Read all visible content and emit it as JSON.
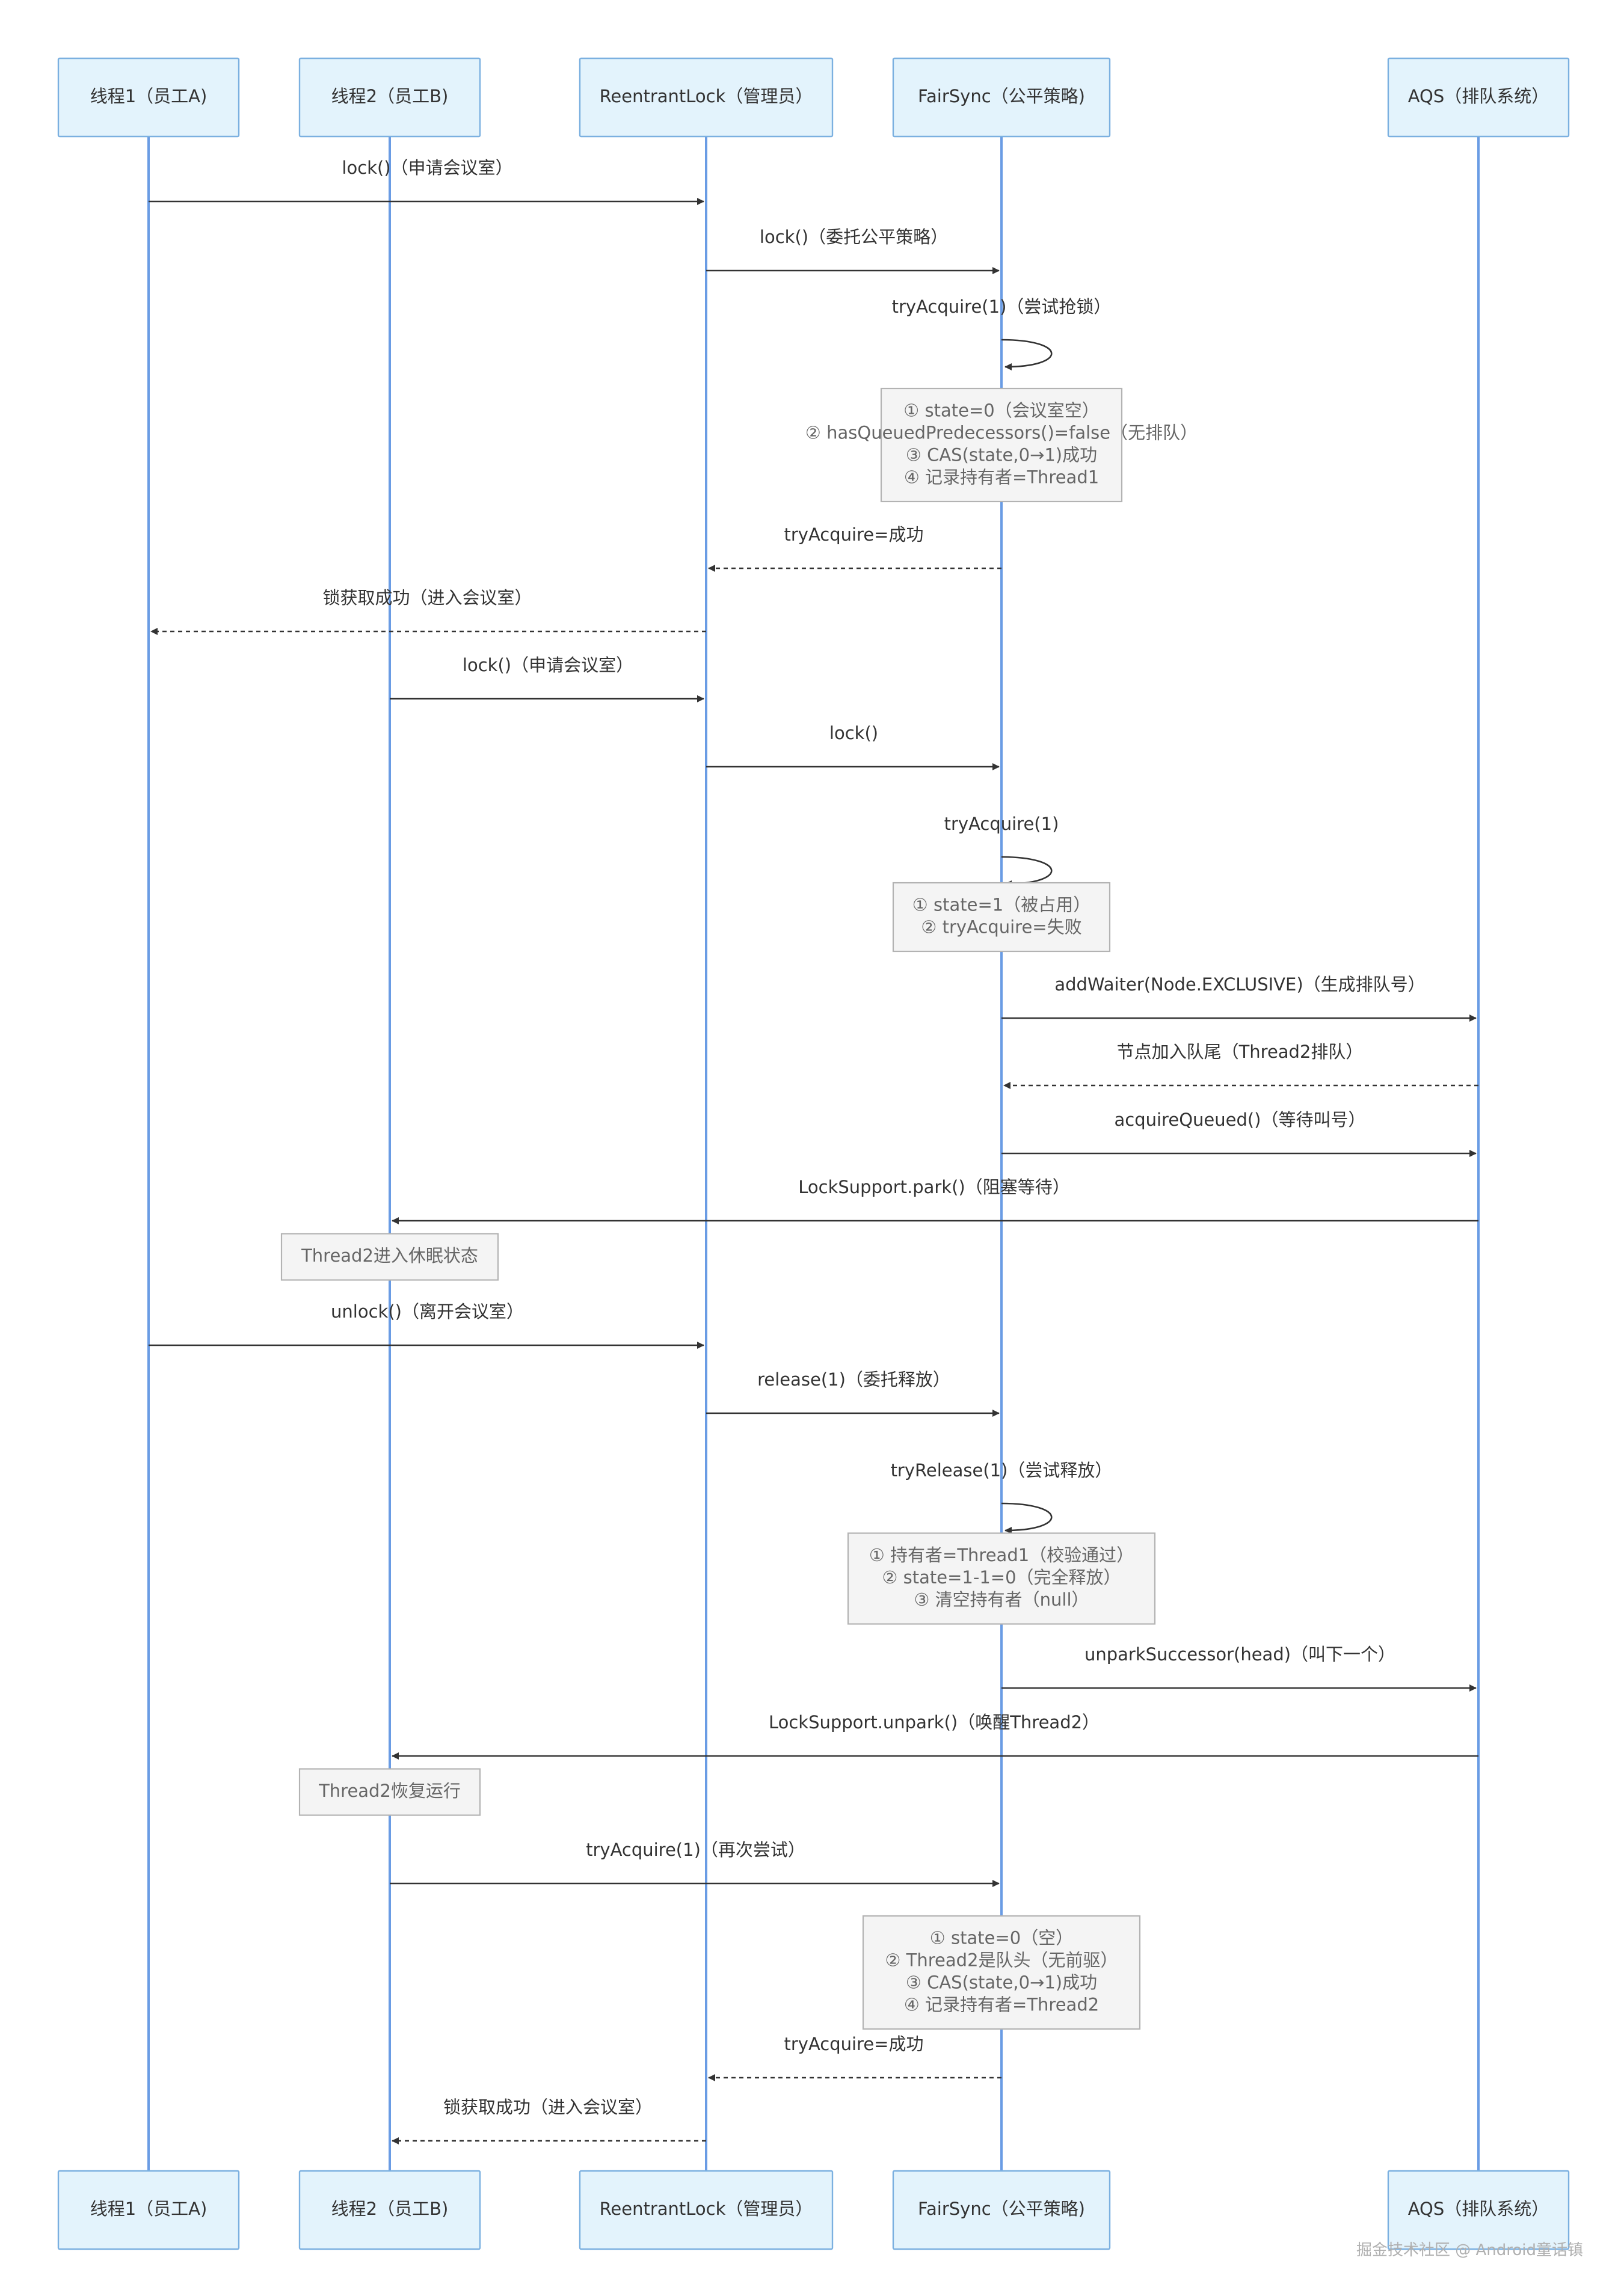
{
  "participants": [
    {
      "id": "t1",
      "label": "线程1（员工A)"
    },
    {
      "id": "t2",
      "label": "线程2（员工B)"
    },
    {
      "id": "rl",
      "label": "ReentrantLock（管理员）"
    },
    {
      "id": "fs",
      "label": "FairSync（公平策略)"
    },
    {
      "id": "aqs",
      "label": "AQS（排队系统）"
    }
  ],
  "steps": [
    {
      "kind": "message",
      "from": "t1",
      "to": "rl",
      "style": "solid",
      "label": "lock()（申请会议室）"
    },
    {
      "kind": "message",
      "from": "rl",
      "to": "fs",
      "style": "solid",
      "label": "lock()（委托公平策略）"
    },
    {
      "kind": "self",
      "on": "fs",
      "label": "tryAcquire(1)（尝试抢锁）"
    },
    {
      "kind": "note",
      "over": "fs",
      "lines": [
        "① state=0（会议室空）",
        "② hasQueuedPredecessors()=false（无排队）",
        "③ CAS(state,0→1)成功",
        "④ 记录持有者=Thread1"
      ]
    },
    {
      "kind": "message",
      "from": "fs",
      "to": "rl",
      "style": "dashed",
      "label": "tryAcquire=成功"
    },
    {
      "kind": "message",
      "from": "rl",
      "to": "t1",
      "style": "dashed",
      "label": "锁获取成功（进入会议室）"
    },
    {
      "kind": "message",
      "from": "t2",
      "to": "rl",
      "style": "solid",
      "label": "lock()（申请会议室）"
    },
    {
      "kind": "message",
      "from": "rl",
      "to": "fs",
      "style": "solid",
      "label": "lock()"
    },
    {
      "kind": "self",
      "on": "fs",
      "label": "tryAcquire(1)"
    },
    {
      "kind": "note",
      "over": "fs",
      "lines": [
        "① state=1（被占用）",
        "② tryAcquire=失败"
      ]
    },
    {
      "kind": "message",
      "from": "fs",
      "to": "aqs",
      "style": "solid",
      "label": "addWaiter(Node.EXCLUSIVE)（生成排队号）"
    },
    {
      "kind": "message",
      "from": "aqs",
      "to": "fs",
      "style": "dashed",
      "label": "节点加入队尾（Thread2排队）"
    },
    {
      "kind": "message",
      "from": "fs",
      "to": "aqs",
      "style": "solid",
      "label": "acquireQueued()（等待叫号）"
    },
    {
      "kind": "message",
      "from": "aqs",
      "to": "t2",
      "style": "solid",
      "label": "LockSupport.park()（阻塞等待）"
    },
    {
      "kind": "note",
      "over": "t2",
      "lines": [
        "Thread2进入休眠状态"
      ]
    },
    {
      "kind": "message",
      "from": "t1",
      "to": "rl",
      "style": "solid",
      "label": "unlock()（离开会议室）"
    },
    {
      "kind": "message",
      "from": "rl",
      "to": "fs",
      "style": "solid",
      "label": "release(1)（委托释放）"
    },
    {
      "kind": "self",
      "on": "fs",
      "label": "tryRelease(1)（尝试释放）"
    },
    {
      "kind": "note",
      "over": "fs",
      "lines": [
        "① 持有者=Thread1（校验通过）",
        "② state=1-1=0（完全释放）",
        "③ 清空持有者（null）"
      ]
    },
    {
      "kind": "message",
      "from": "fs",
      "to": "aqs",
      "style": "solid",
      "label": "unparkSuccessor(head)（叫下一个）"
    },
    {
      "kind": "message",
      "from": "aqs",
      "to": "t2",
      "style": "solid",
      "label": "LockSupport.unpark()（唤醒Thread2）"
    },
    {
      "kind": "note",
      "over": "t2",
      "lines": [
        "Thread2恢复运行"
      ]
    },
    {
      "kind": "message",
      "from": "t2",
      "to": "fs",
      "style": "solid",
      "label": "tryAcquire(1)（再次尝试）"
    },
    {
      "kind": "note",
      "over": "fs",
      "lines": [
        "① state=0（空）",
        "② Thread2是队头（无前驱）",
        "③ CAS(state,0→1)成功",
        "④ 记录持有者=Thread2"
      ]
    },
    {
      "kind": "message",
      "from": "fs",
      "to": "rl",
      "style": "dashed",
      "label": "tryAcquire=成功"
    },
    {
      "kind": "message",
      "from": "rl",
      "to": "t2",
      "style": "dashed",
      "label": "锁获取成功（进入会议室）"
    }
  ],
  "watermark": "掘金技术社区 @ Android童话镇",
  "colors": {
    "actor_fill": "#e3f3fc",
    "actor_stroke": "#7bb0e0",
    "lifeline": "#6a9ce4",
    "note_fill": "#f4f4f4",
    "note_stroke": "#b3b3b3"
  }
}
